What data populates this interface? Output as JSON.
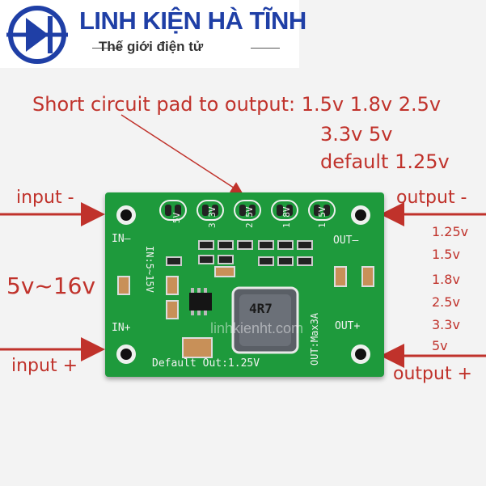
{
  "logo": {
    "brand": "LINH KIỆN HÀ TĨNH",
    "slogan": "Thế giới điện tử",
    "icon": "diode-icon"
  },
  "annotations": {
    "short_pad_line1": "Short circuit pad to output: 1.5v 1.8v 2.5v",
    "short_pad_line2": "3.3v 5v",
    "short_pad_line3": "default 1.25v",
    "input_minus": "input -",
    "input_plus": "input +",
    "input_range": "5v~16v",
    "output_minus": "output -",
    "output_plus": "output +",
    "output_voltages": [
      "1.25v",
      "1.5v",
      "1.8v",
      "2.5v",
      "3.3v",
      "5v"
    ]
  },
  "board": {
    "pad_labels": [
      "5V",
      "3.3V",
      "2.5V",
      "1.8V",
      "1.5V"
    ],
    "in_minus": "IN–",
    "in_plus": "IN+",
    "in_range": "IN:5~15V",
    "out_minus": "OUT–",
    "out_plus": "OUT+",
    "out_max": "OUT:Max3A",
    "default_out": "Default Out:1.25V",
    "inductor_code": "4R7",
    "watermark": "linhkienht.com",
    "colors": {
      "pcb": "#1e9a3c",
      "annotation": "#c0322b",
      "brand": "#1f3fa6"
    }
  }
}
